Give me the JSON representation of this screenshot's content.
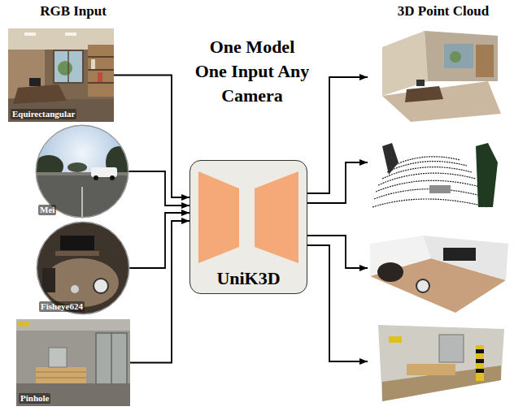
{
  "diagram": {
    "nodes": [
      {
        "text": [
          "Equirectangular"
        ]
      },
      {
        "text": [
          "Mei"
        ]
      },
      {
        "text": [
          "Fisheye624"
        ]
      },
      {
        "text": [
          "Pinhole"
        ]
      },
      {
        "text": [
          "UniK3D"
        ]
      }
    ],
    "edges": [
      {
        "from": 0,
        "to": 4,
        "arrow": "to"
      },
      {
        "from": 1,
        "to": 4,
        "arrow": "to"
      },
      {
        "from": 2,
        "to": 4,
        "arrow": "to"
      },
      {
        "from": 3,
        "to": 4,
        "arrow": "to"
      }
    ],
    "labels": [
      "RGB Input",
      "One Model One Input Any Camera",
      "3D Point Cloud"
    ]
  }
}
